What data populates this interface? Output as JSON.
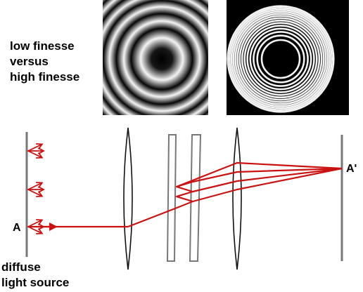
{
  "caption": {
    "line1": "low finesse",
    "line2": "versus",
    "line3": "high finesse"
  },
  "source": {
    "point_label": "A",
    "label_line1": "diffuse",
    "label_line2": "light source"
  },
  "image_point_label": "A'",
  "colors": {
    "ray": "#cc1111",
    "element": "#777777",
    "lens": "#111111",
    "text": "#000000"
  },
  "patterns": [
    {
      "name": "low finesse",
      "style": "smooth cosine fringes"
    },
    {
      "name": "high finesse",
      "style": "sharp thin bright rings"
    }
  ]
}
